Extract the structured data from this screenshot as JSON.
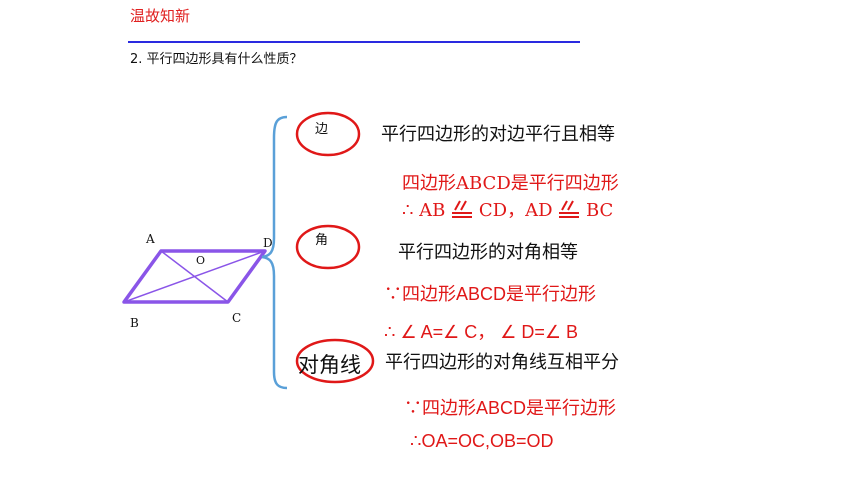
{
  "header": {
    "title": "温故知新",
    "question": "2. 平行四边形具有什么性质？"
  },
  "figure": {
    "points": {
      "A": "A",
      "B": "B",
      "C": "C",
      "D": "D",
      "O": "O"
    }
  },
  "sections": {
    "side": {
      "label": "边",
      "property": "平行四边形的对边平行且相等",
      "given": "四边形ABCD是平行四边形",
      "conclusion_prefix": "∴ AB",
      "conclusion_mid": "CD，AD",
      "conclusion_end": "BC"
    },
    "angle": {
      "label": "角",
      "property": "平行四边形的对角相等",
      "given": "∵四边形ABCD是平行边形",
      "conclusion": "∴ ∠ A=∠ C， ∠ D=∠ B"
    },
    "diagonal": {
      "label": "对角线",
      "property": "平行四边形的对角线互相平分",
      "given": "∵四边形ABCD是平行边形",
      "conclusion": "∴OA=OC,OB=OD"
    }
  },
  "colors": {
    "red": "#e01818",
    "blue_rule": "#2a2ae0",
    "figure_purple": "#8a55e8",
    "brace_blue": "#5aa0d8"
  }
}
